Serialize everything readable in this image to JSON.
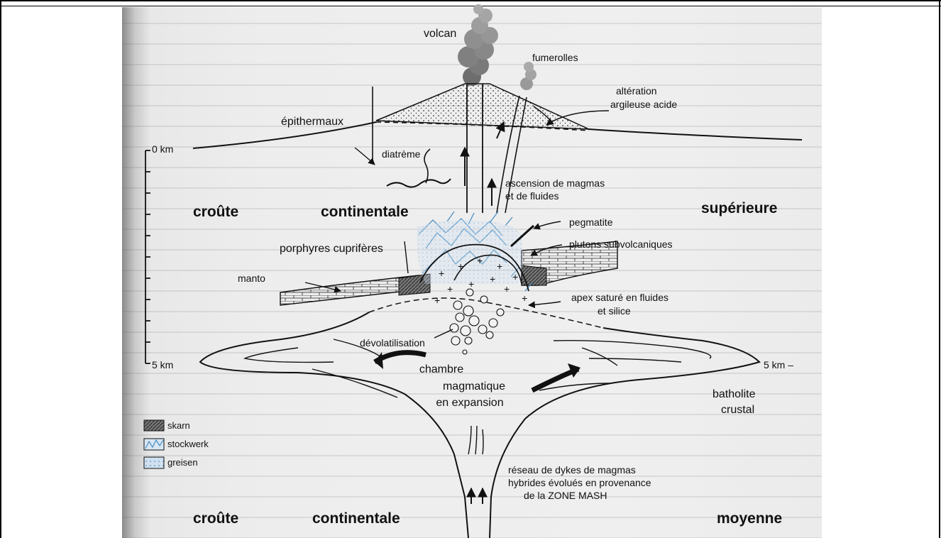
{
  "labels": {
    "volcan": "volcan",
    "fumerolles": "fumerolles",
    "alteration_1": "altération",
    "alteration_2": "argileuse acide",
    "epithermaux": "épithermaux",
    "diatreme": "diatrème",
    "ascension_1": "ascension de magmas",
    "ascension_2": "et de fluides",
    "pegmatite": "pegmatite",
    "porphyres": "porphyres cuprifères",
    "plutons": "plutons subvolcaniques",
    "manto": "manto",
    "apex_1": "apex saturé en fluides",
    "apex_2": "et silice",
    "devolatilisation": "dévolatilisation",
    "chambre_1": "chambre",
    "chambre_2": "magmatique",
    "chambre_3": "en expansion",
    "batholite_1": "batholite",
    "batholite_2": "crustal",
    "reseau_1": "réseau de dykes de magmas",
    "reseau_2": "hybrides évolués en provenance",
    "reseau_3": "de la ZONE MASH"
  },
  "scale": {
    "top": "0 km",
    "bottom": "5 km",
    "right": "5 km –"
  },
  "zones": {
    "upper_1": "croûte",
    "upper_2": "continentale",
    "upper_3": "supérieure",
    "lower_1": "croûte",
    "lower_2": "continentale",
    "lower_3": "moyenne"
  },
  "legend": [
    {
      "label": "skarn",
      "pattern": "skarn"
    },
    {
      "label": "stockwerk",
      "pattern": "stockwerk"
    },
    {
      "label": "greisen",
      "pattern": "greisen"
    }
  ],
  "colors": {
    "stockwerk": "#4a8fc4",
    "greisen": "#a9c9e6",
    "skarn": "#555555"
  }
}
